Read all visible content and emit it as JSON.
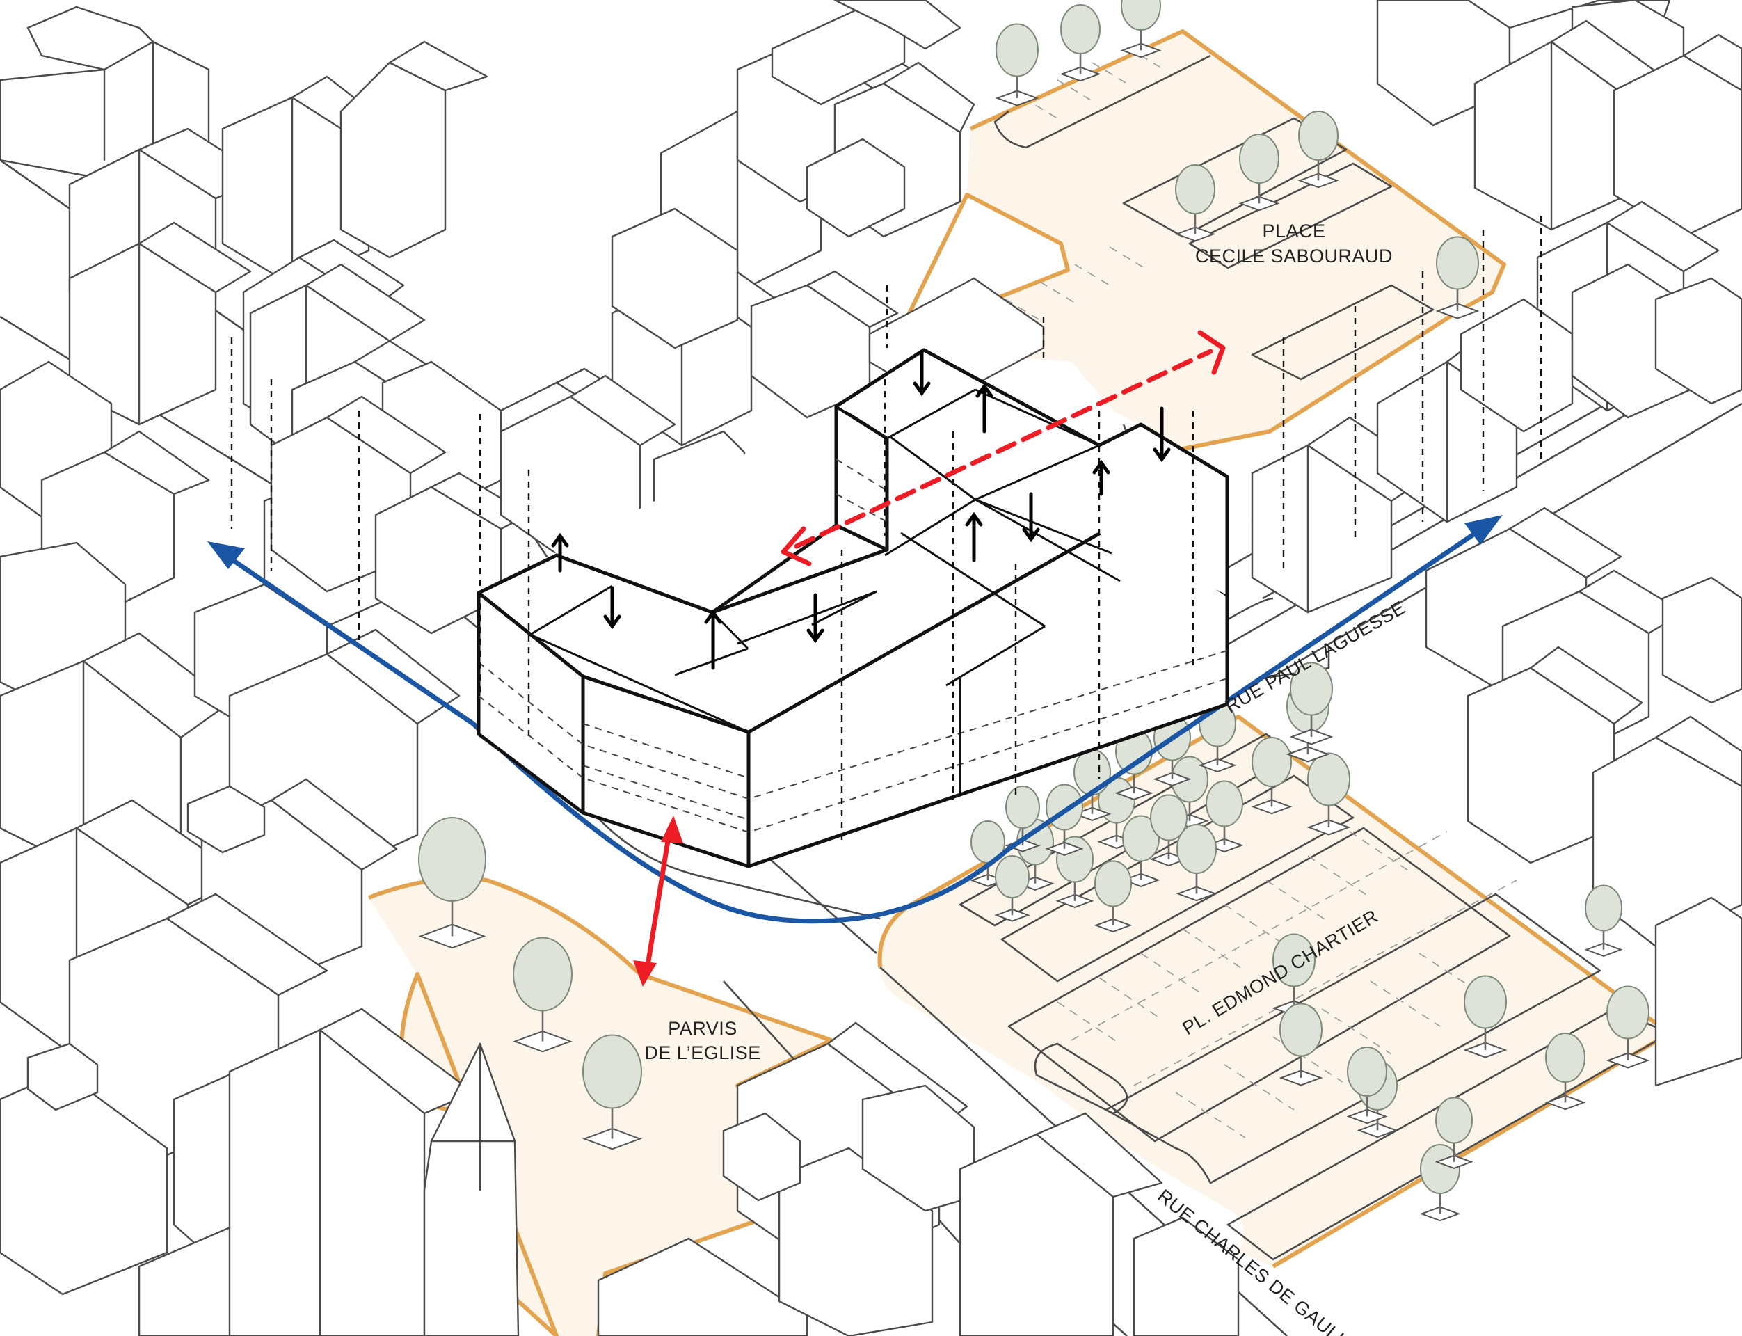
{
  "colors": {
    "plaza_fill": "#fdf5ea",
    "plaza_outline": "#e3a34f",
    "facade_highlight": "#fbcfd3",
    "circulation_blue": "#1a56a4",
    "pedestrian_red": "#ee1c24",
    "tree_fill": "#dde3d8",
    "building_stroke": "#4a4a4a",
    "project_stroke": "#111111"
  },
  "places": {
    "place_sabouraud": {
      "line1": "PLACE",
      "line2": "CECILE SABOURAUD"
    },
    "parvis": {
      "line1": "PARVIS",
      "line2": "DE L’EGLISE"
    },
    "edmond_chartier": {
      "text": "PL. EDMOND CHARTIER"
    }
  },
  "streets": {
    "paul_laguesse": "RUE PAUL LAGUESSE",
    "charles_de_gaulle": "RUE CHARLES DE GAULLE"
  },
  "icons": {
    "tree": "tree-icon",
    "access_arrow": "arrow-icon"
  }
}
